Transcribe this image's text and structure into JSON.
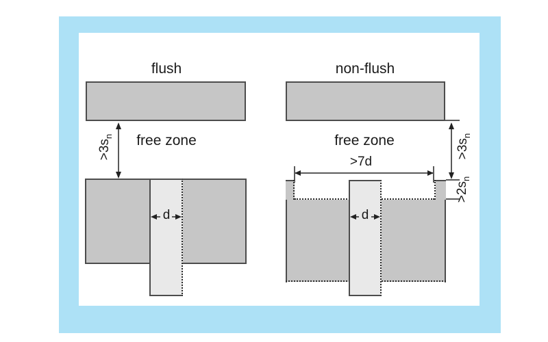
{
  "colors": {
    "frame_blue": "#ade1f6",
    "panel_white": "#ffffff",
    "block_fill": "#c6c6c6",
    "sensor_fill": "#e9e9e9",
    "outline": "#4c4c4c",
    "text": "#1a1a1a"
  },
  "left_diagram": {
    "title": "flush",
    "free_zone_label": "free zone",
    "clearance_dim": {
      "main": ">3s",
      "sub": "n"
    },
    "diameter_dim": "d"
  },
  "right_diagram": {
    "title": "non-flush",
    "free_zone_label": "free zone",
    "clearance_dim": {
      "main": ">3s",
      "sub": "n"
    },
    "recess_width_dim": ">7d",
    "recess_depth_dim": {
      "main": ">2s",
      "sub": "n"
    },
    "diameter_dim": "d"
  }
}
